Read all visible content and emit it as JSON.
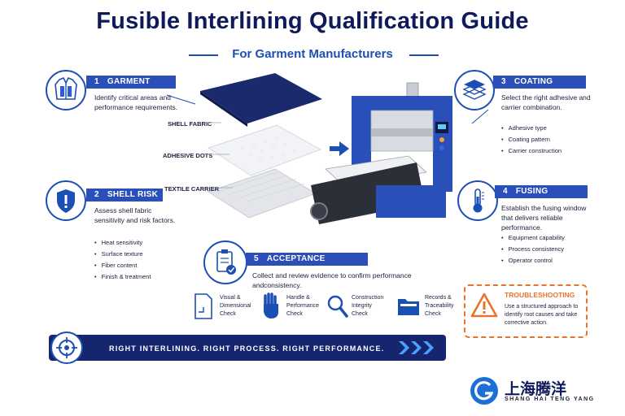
{
  "title": "Fusible Interlining Qualification Guide",
  "subtitle": "For Garment Manufacturers",
  "sections": {
    "garment_zone": {
      "num": "1",
      "title": "GARMENT ZONE",
      "desc": "Identify critical areas and performance requirements."
    },
    "shell_risk": {
      "num": "2",
      "title": "SHELL RISK",
      "desc": "Assess shell fabric sensitivity and risk factors.",
      "bullets": [
        "Heat sensitivity",
        "Surface texture",
        "Fiber content",
        "Finish & treatment"
      ]
    },
    "coating_system": {
      "num": "3",
      "title": "COATING SYSTEM",
      "desc": "Select the right adhesive and carrier combination.",
      "bullets": [
        "Adhesive type",
        "Coating pattern",
        "Carrier construction"
      ]
    },
    "fusing_window": {
      "num": "4",
      "title": "FUSING WINDOW",
      "desc": "Establish the fusing window that delivers reliable performance.",
      "bullets": [
        "Equipment capability",
        "Process consistency",
        "Operator control"
      ]
    },
    "acceptance_evidence": {
      "num": "5",
      "title": "ACCEPTANCE EVIDENCE",
      "desc": "Collect and review evidence to confirm performance andconsistency."
    }
  },
  "layers": {
    "shell": "SHELL FABRIC",
    "adhesive": "ADHESIVE DOTS",
    "carrier": "TEXTILE CARRIER"
  },
  "checks": [
    {
      "line1": "Visual &",
      "line2": "Dimensional",
      "line3": "Check",
      "icon": "document-ruler-icon"
    },
    {
      "line1": "Handle &",
      "line2": "Performance",
      "line3": "Check",
      "icon": "hand-icon"
    },
    {
      "line1": "Construction",
      "line2": "Integrity",
      "line3": "Check",
      "icon": "magnifier-icon"
    },
    {
      "line1": "Records &",
      "line2": "Traceability",
      "line3": "Check",
      "icon": "folder-icon"
    }
  ],
  "troubleshooting": {
    "title": "TROUBLESHOOTING",
    "desc": "Use a structured approach to identify root causes and take corrective action."
  },
  "banner": "RIGHT INTERLINING. RIGHT PROCESS. RIGHT PERFORMANCE.",
  "brand": {
    "name_cn": "上海腾洋",
    "name_en": "SHANG HAI TENG YANG"
  },
  "colors": {
    "primary": "#1c4fb3",
    "navy": "#16266e",
    "orange": "#e8742a"
  }
}
